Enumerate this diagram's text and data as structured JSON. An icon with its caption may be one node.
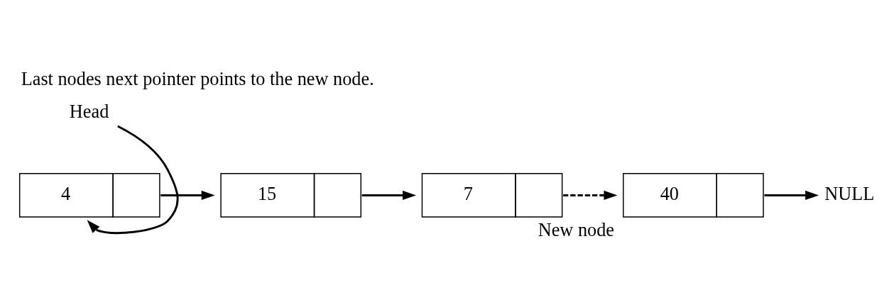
{
  "diagram": {
    "title": "Last nodes next pointer points to the new node.",
    "nodes": [
      {
        "text": [
          "4"
        ]
      },
      {
        "text": [
          "15"
        ]
      },
      {
        "text": [
          "7"
        ]
      },
      {
        "text": [
          "40"
        ],
        "beside": [
          "New node"
        ]
      },
      {
        "text": [
          "NULL"
        ]
      },
      {
        "text": [
          "Head"
        ]
      }
    ],
    "edges": [
      {
        "from": 0,
        "to": 1,
        "arrow": "to"
      },
      {
        "from": 1,
        "to": 2,
        "arrow": "to"
      },
      {
        "from": 2,
        "to": 3,
        "arrow": "to",
        "style": "dashed"
      },
      {
        "from": 3,
        "to": 4,
        "arrow": "to"
      },
      {
        "from": 5,
        "to": 0,
        "arrow": "to"
      }
    ]
  }
}
